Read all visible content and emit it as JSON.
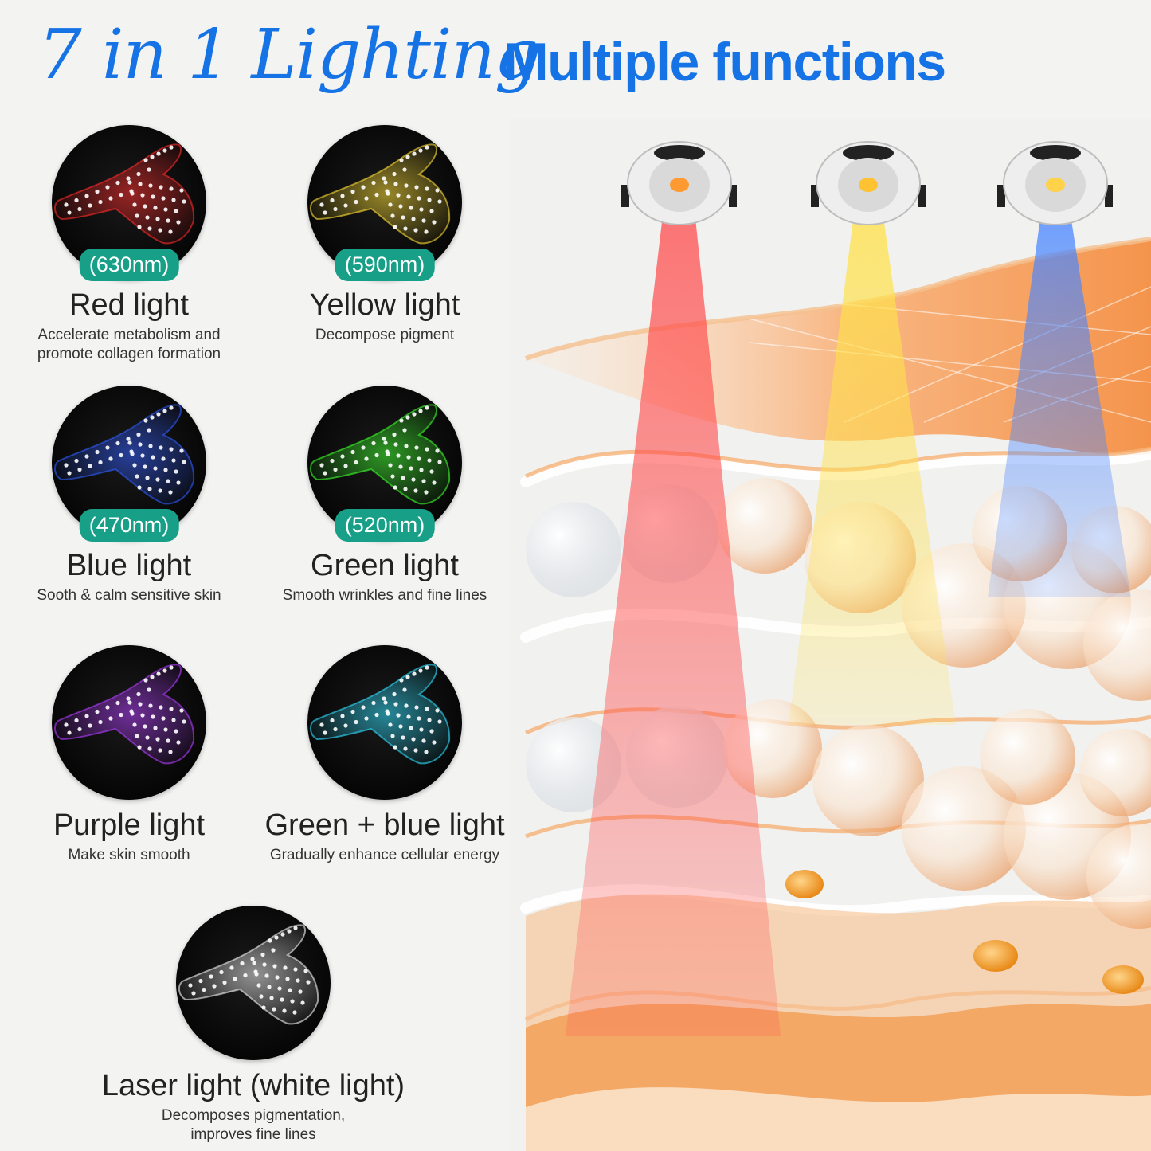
{
  "headline": {
    "script_text": "7 in 1 Lighting",
    "bold_text": "Multiple functions",
    "color": "#1673e6"
  },
  "badge_color": "#17a087",
  "lights": [
    {
      "id": "red",
      "name": "Red light",
      "wavelength": "(630nm)",
      "description": "Accelerate metabolism and promote collagen formation",
      "color": "#ff2a2a"
    },
    {
      "id": "yellow",
      "name": "Yellow light",
      "wavelength": "(590nm)",
      "description": "Decompose pigment",
      "color": "#ffe033"
    },
    {
      "id": "blue",
      "name": "Blue light",
      "wavelength": "(470nm)",
      "description": "Sooth & calm sensitive skin",
      "color": "#2f5bff"
    },
    {
      "id": "green",
      "name": "Green light",
      "wavelength": "(520nm)",
      "description": "Smooth wrinkles and fine lines",
      "color": "#3cff2a"
    },
    {
      "id": "purple",
      "name": "Purple light",
      "wavelength": "",
      "description": "Make skin smooth",
      "color": "#b33cff"
    },
    {
      "id": "cyan",
      "name": "Green + blue light",
      "wavelength": "",
      "description": "Gradually enhance cellular energy",
      "color": "#2fe0ff"
    },
    {
      "id": "white",
      "name": "Laser light (white light)",
      "wavelength": "",
      "description": "Decomposes pigmentation, improves fine lines",
      "color": "#f4f4f4"
    }
  ],
  "illustration": {
    "lamps": [
      "red",
      "yellow",
      "blue"
    ],
    "beam_colors": [
      "#ff4a4a",
      "#ffe14a",
      "#4a86ff"
    ],
    "skin_color": "#f7a35c"
  }
}
